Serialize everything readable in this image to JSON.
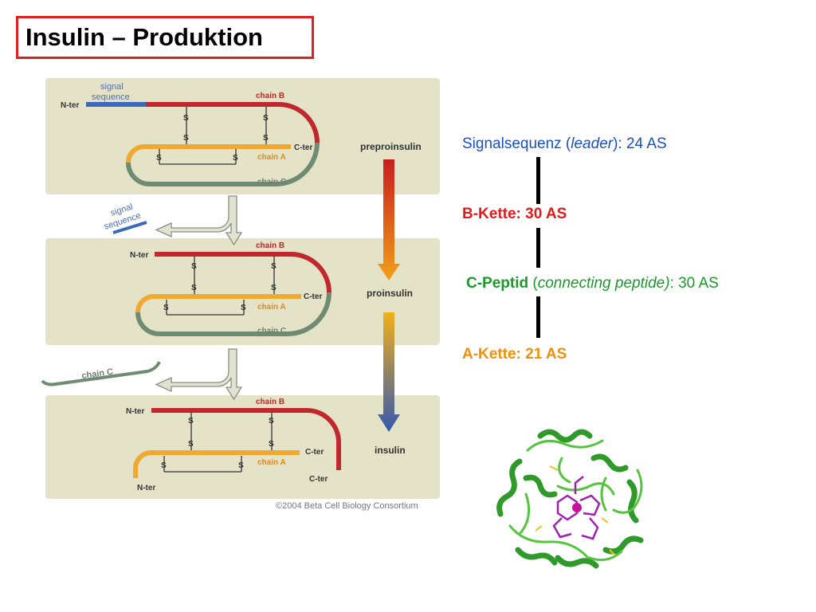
{
  "slide": {
    "title": "Insulin – Produktion"
  },
  "diagram": {
    "credit": "©2004 Beta Cell Biology Consortium",
    "labels": {
      "n_ter": "N-ter",
      "c_ter": "C-ter",
      "chain_a": "chain A",
      "chain_b": "chain B",
      "chain_c": "chain C",
      "signal_sequence_line1": "signal",
      "signal_sequence_line2": "sequence",
      "sulfur": "S"
    },
    "stages": {
      "preproinsulin": "preproinsulin",
      "proinsulin": "proinsulin",
      "insulin": "insulin"
    },
    "colors": {
      "chain_b": "#c0282d",
      "chain_a": "#f0a830",
      "chain_c": "#6f8b72",
      "signal": "#3b68b8",
      "panel": "#e4e2c7",
      "label_red": "#c0282d",
      "label_orange": "#e28a1a",
      "label_gray": "#6f7f6e",
      "label_blue": "#4a70b8"
    }
  },
  "composition": {
    "signal_prefix": "Signalsequenz (",
    "signal_italic": "leader",
    "signal_suffix": "): 24 AS",
    "b_chain": "B-Kette: 30 AS",
    "c_bold": "C-Peptid",
    "c_open": " (",
    "c_italic": "connecting peptide)",
    "c_suffix": ":  30 AS",
    "a_chain": "A-Kette: 21 AS",
    "colors": {
      "signal": "#1a4fc0",
      "b_chain": "#e01b1b",
      "c_peptide": "#1a9a2a",
      "a_chain": "#f0900a"
    }
  }
}
